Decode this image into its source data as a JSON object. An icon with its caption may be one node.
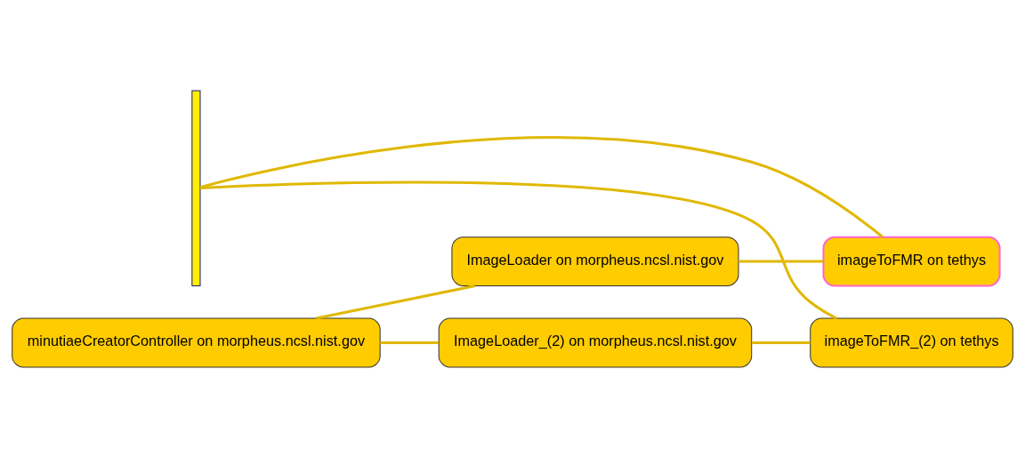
{
  "diagram": {
    "nodes": [
      {
        "text": [],
        "shape": "bar"
      },
      {
        "text": [
          "minutiaeCreatorController on morpheus.ncsl.nist.gov"
        ]
      },
      {
        "text": [
          "ImageLoader on morpheus.ncsl.nist.gov"
        ]
      },
      {
        "text": [
          "imageToFMR on tethys"
        ]
      },
      {
        "text": [
          "ImageLoader_(2) on morpheus.ncsl.nist.gov"
        ]
      },
      {
        "text": [
          "imageToFMR_(2) on tethys"
        ]
      }
    ],
    "edges": [
      {
        "from": 1,
        "to": 2,
        "arrow": "none"
      },
      {
        "from": 1,
        "to": 4,
        "arrow": "none"
      },
      {
        "from": 2,
        "to": 3,
        "arrow": "none"
      },
      {
        "from": 4,
        "to": 5,
        "arrow": "none"
      },
      {
        "from": 3,
        "to": 0,
        "arrow": "none"
      },
      {
        "from": 5,
        "to": 0,
        "arrow": "none"
      }
    ]
  }
}
